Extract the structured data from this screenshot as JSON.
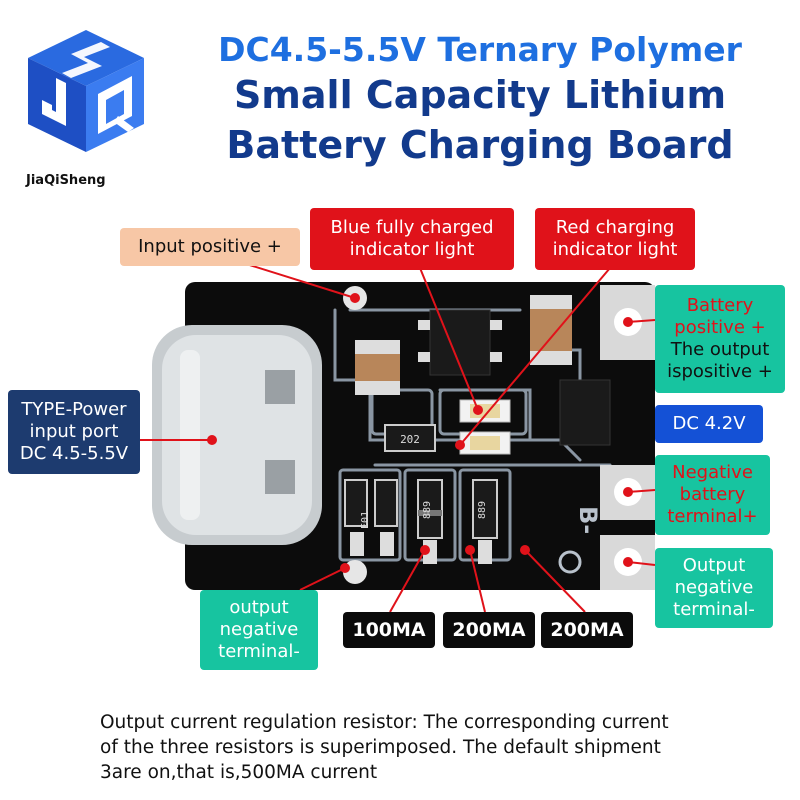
{
  "logo": {
    "brand": "JiaQiSheng"
  },
  "title": {
    "line1": "DC4.5-5.5V Ternary Polymer",
    "line2": "Small Capacity Lithium",
    "line3": "Battery Charging Board"
  },
  "labels": {
    "input_positive": "Input positive +",
    "blue_indicator": [
      "Blue fully charged",
      "indicator light"
    ],
    "red_indicator": [
      "Red charging",
      "indicator light"
    ],
    "type_power": [
      "TYPE-Power",
      "input port",
      "DC 4.5-5.5V"
    ],
    "battery_positive": [
      "Battery",
      "positive +",
      "The output",
      "ispositive +"
    ],
    "dc_voltage": "DC 4.2V",
    "negative_battery": [
      "Negative",
      "battery",
      "terminal+"
    ],
    "output_negative_right": [
      "Output",
      "negative",
      "terminal-"
    ],
    "output_negative_left": [
      "output",
      "negative",
      "terminal-"
    ],
    "current_1": "100MA",
    "current_2": "200MA",
    "current_3": "200MA"
  },
  "board_marks": {
    "resistor_a": "202",
    "resistor_b": "E01",
    "resistor_c": "889",
    "resistor_d": "889",
    "silk_b": "B-"
  },
  "note": [
    "Output current regulation resistor: The corresponding current",
    "of the three resistors is superimposed. The default shipment",
    "3are on,that is,500MA current"
  ]
}
